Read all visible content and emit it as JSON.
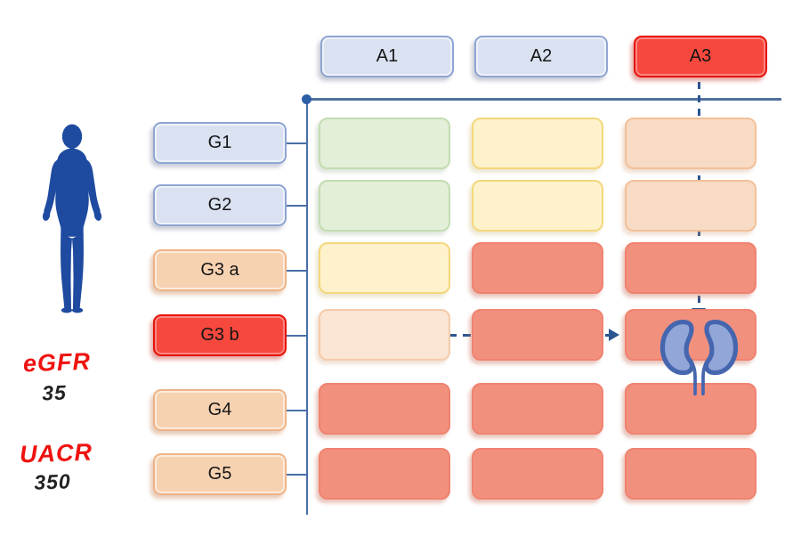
{
  "diagram": {
    "name": "kdigo-ckd-risk-heatmap",
    "albuminuria_headers": [
      {
        "id": "A1",
        "label": "A1",
        "state": "normal"
      },
      {
        "id": "A2",
        "label": "A2",
        "state": "normal"
      },
      {
        "id": "A3",
        "label": "A3",
        "state": "selected"
      }
    ],
    "gfr_labels": [
      {
        "id": "G1",
        "label": "G1",
        "state": "normal"
      },
      {
        "id": "G2",
        "label": "G2",
        "state": "normal"
      },
      {
        "id": "G3a",
        "label": "G3 a",
        "state": "warning"
      },
      {
        "id": "G3b",
        "label": "G3 b",
        "state": "selected"
      },
      {
        "id": "G4",
        "label": "G4",
        "state": "warning"
      },
      {
        "id": "G5",
        "label": "G5",
        "state": "warning"
      }
    ],
    "risk_grid": {
      "rows": [
        "G1",
        "G2",
        "G3a",
        "G3b",
        "G4",
        "G5"
      ],
      "columns": [
        "A1",
        "A2",
        "A3"
      ],
      "cells": [
        [
          "low",
          "moderate",
          "high"
        ],
        [
          "low",
          "moderate",
          "high"
        ],
        [
          "moderate",
          "very-high",
          "very-high"
        ],
        [
          "high-light",
          "very-high",
          "very-high"
        ],
        [
          "very-high",
          "very-high",
          "very-high"
        ],
        [
          "very-high",
          "very-high",
          "very-high"
        ]
      ],
      "kidney_cell": {
        "row": "G3b",
        "column": "A3"
      }
    },
    "patient": {
      "egfr_label": "eGFR",
      "egfr_value": "35",
      "uacr_label": "UACR",
      "uacr_value": "350"
    },
    "icons": [
      "human-silhouette-icon",
      "kidney-icon"
    ],
    "colors": {
      "risk_low": "#e4efd9",
      "risk_moderate": "#fdf2cb",
      "risk_high": "#f8dbc4",
      "risk_high_light": "#fbe5d4",
      "risk_very_high": "#f2907e",
      "category_normal": "#dae2f1",
      "category_warning": "#f7d2b1",
      "category_selected": "#f7483e",
      "axis_blue": "#4a6fa8",
      "arrow_blue": "#2b5590",
      "human_blue": "#1e4ba0",
      "kidney_fill": "#92a7d8",
      "kidney_stroke": "#4566ae",
      "handwriting_red": "#ee1310"
    }
  }
}
